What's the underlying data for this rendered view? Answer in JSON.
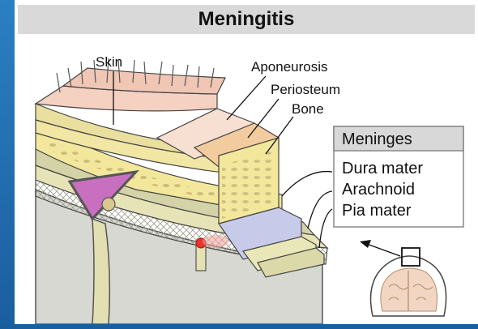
{
  "diagram": {
    "title": "Meningitis",
    "labels": {
      "skin": "Skin",
      "aponeurosis": "Aponeurosis",
      "periosteum": "Periosteum",
      "bone": "Bone"
    },
    "meninges": {
      "header": "Meninges",
      "items": [
        "Dura mater",
        "Arachnoid",
        "Pia mater"
      ]
    },
    "colors": {
      "skin": "#f6d2c2",
      "scalp_band": "#e9e2a8",
      "bone": "#f4e79b",
      "dura": "#c6c9e8",
      "arachnoid": "#e9e7b8",
      "brain": "#d7d9d3",
      "sinus": "#c86fbf",
      "inflammation": "#e8322e",
      "meninges_box_header": "#d8d8d8"
    }
  }
}
